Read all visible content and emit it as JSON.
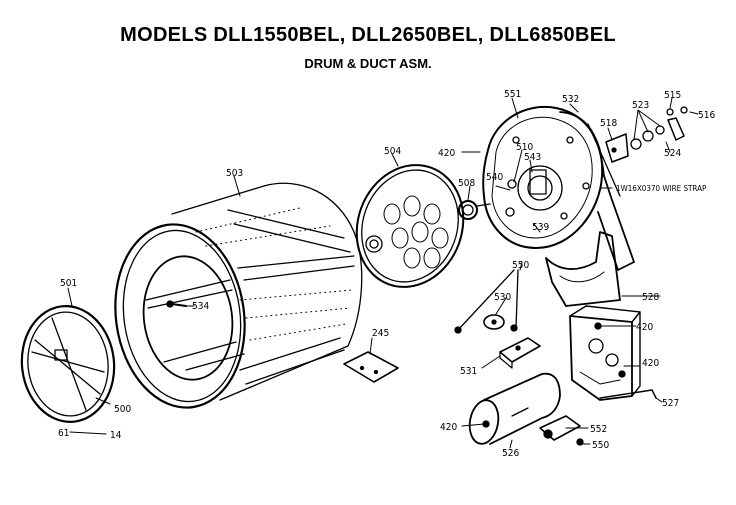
{
  "header": {
    "title": "MODELS DLL1550BEL, DLL2650BEL, DLL6850BEL",
    "subtitle": "DRUM & DUCT ASM."
  },
  "callouts": {
    "p501": "501",
    "p500": "500",
    "p61": "61",
    "p14": "14",
    "p503": "503",
    "p534": "534",
    "p504": "504",
    "p245": "245",
    "p551": "551",
    "p532": "532",
    "p518": "518",
    "p523": "523",
    "p515": "515",
    "p516": "516",
    "p524": "524",
    "p420a": "420",
    "p510": "510",
    "p543": "543",
    "p540": "540",
    "p508": "508",
    "p539": "539",
    "wire_strap": "1W16X0370 WIRE STRAP",
    "p550a": "550",
    "p530": "530",
    "p528": "528",
    "p420b": "420",
    "p420c": "420",
    "p531": "531",
    "p527": "527",
    "p420d": "420",
    "p526": "526",
    "p552": "552",
    "p550b": "550"
  }
}
